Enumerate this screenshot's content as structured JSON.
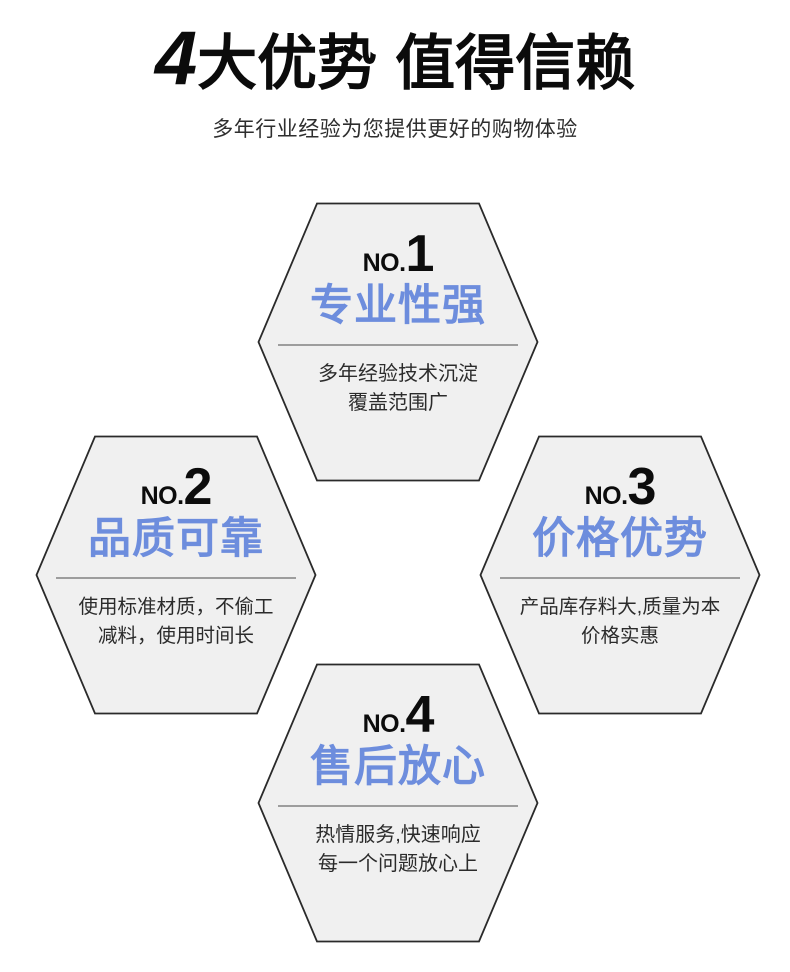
{
  "header": {
    "title_number": "4",
    "title_main": "大优势",
    "title_second": "值得信赖",
    "subtitle": "多年行业经验为您提供更好的购物体验"
  },
  "theme": {
    "accent_blue": "#6d8ddd",
    "hex_fill": "#f0f0f0",
    "hex_border": "#2a2a2a",
    "divider": "#9d9d9d",
    "text_dark": "#0c0c0c",
    "text_body": "#2b2b2b",
    "background": "#ffffff"
  },
  "advantages": [
    {
      "rank_label": "NO.",
      "rank_number": "1",
      "title": "专业性强",
      "desc_line1": "多年经验技术沉淀",
      "desc_line2": "覆盖范围广"
    },
    {
      "rank_label": "NO.",
      "rank_number": "2",
      "title": "品质可靠",
      "desc_line1": "使用标准材质，不偷工",
      "desc_line2": "减料，使用时间长"
    },
    {
      "rank_label": "NO.",
      "rank_number": "3",
      "title": "价格优势",
      "desc_line1": "产品库存料大,质量为本",
      "desc_line2": "价格实惠"
    },
    {
      "rank_label": "NO.",
      "rank_number": "4",
      "title": "售后放心",
      "desc_line1": "热情服务,快速响应",
      "desc_line2": "每一个问题放心上"
    }
  ]
}
